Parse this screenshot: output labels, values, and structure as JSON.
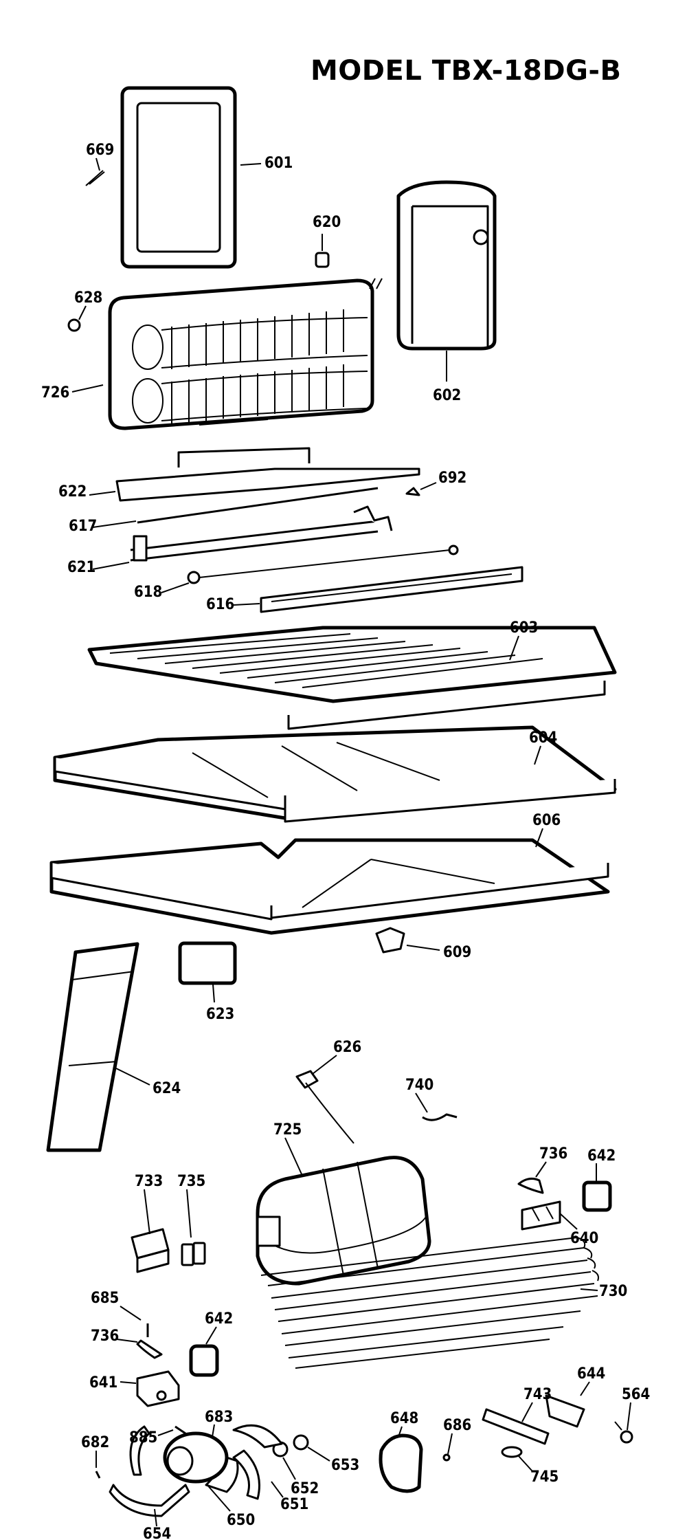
{
  "title": "MODEL TBX-18DG-B",
  "callouts": {
    "c601": "601",
    "c669": "669",
    "c620": "620",
    "c628": "628",
    "c602": "602",
    "c726": "726",
    "c622": "622",
    "c692": "692",
    "c617": "617",
    "c621": "621",
    "c618": "618",
    "c616": "616",
    "c603": "603",
    "c604": "604",
    "c606": "606",
    "c609": "609",
    "c623": "623",
    "c624": "624",
    "c626": "626",
    "c740": "740",
    "c725": "725",
    "c736a": "736",
    "c642a": "642",
    "c640": "640",
    "c733": "733",
    "c735": "735",
    "c685": "685",
    "c736b": "736",
    "c642b": "642",
    "c730": "730",
    "c641": "641",
    "c743": "743",
    "c644": "644",
    "c564": "564",
    "c885": "885",
    "c683": "683",
    "c648": "648",
    "c686": "686",
    "c653": "653",
    "c682": "682",
    "c652": "652",
    "c745": "745",
    "c651": "651",
    "c650": "650",
    "c654": "654"
  }
}
